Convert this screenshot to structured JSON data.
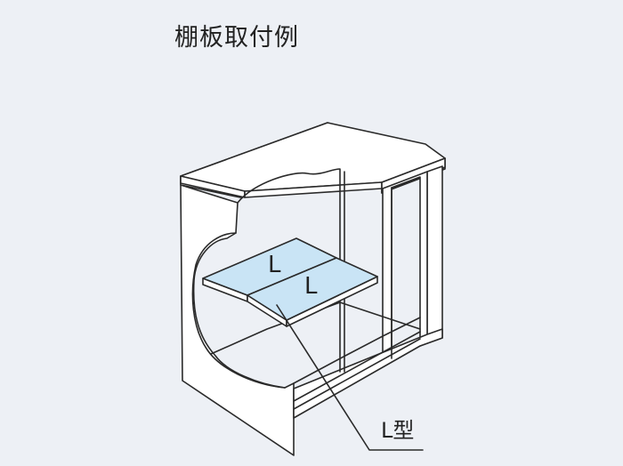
{
  "title": "棚板取付例",
  "shelf": {
    "left_label": "L",
    "right_label": "L"
  },
  "callout": {
    "label": "L型"
  }
}
